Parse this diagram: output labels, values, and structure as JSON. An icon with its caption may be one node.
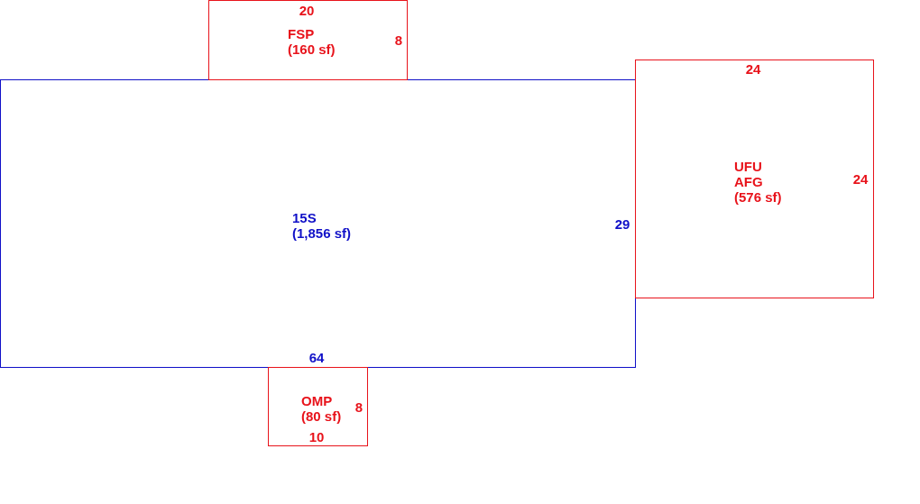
{
  "diagram": {
    "nodes": [
      {
        "text": [
          "15S",
          "(1,856 sf)"
        ]
      },
      {
        "text": [
          "FSP",
          "(160 sf)"
        ]
      },
      {
        "text": [
          "UFU",
          "AFG",
          "(576 sf)"
        ]
      },
      {
        "text": [
          "OMP",
          "(80 sf)"
        ]
      }
    ],
    "labels": [
      "20",
      "8",
      "24",
      "24",
      "29",
      "64",
      "8",
      "10"
    ]
  }
}
